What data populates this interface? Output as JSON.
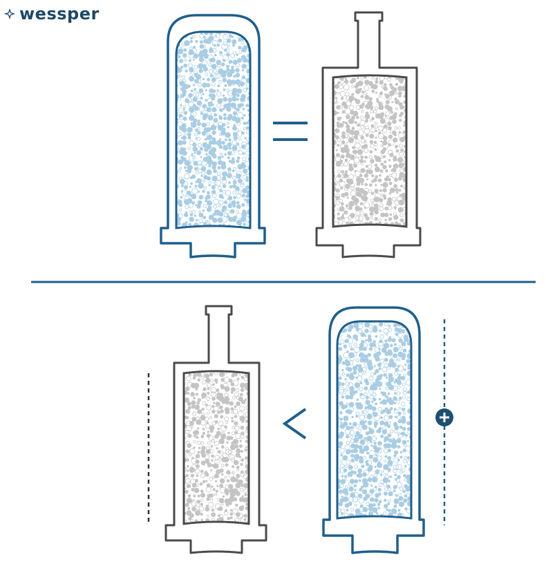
{
  "logo": {
    "text": "wessper",
    "color": "#1e4866"
  },
  "colors": {
    "blue_outline": "#1f5f8b",
    "gray_outline": "#4a4a4a",
    "blue_bubble": "#a9cde3",
    "gray_bubble": "#c4c4c4",
    "divider": "#1f5f8b"
  },
  "comparisons": [
    {
      "left": "blue-filter",
      "symbol": "equals",
      "right": "gray-filter"
    },
    {
      "left": "gray-filter",
      "symbol": "less-than",
      "right": "blue-filter",
      "marker": "plus"
    }
  ]
}
